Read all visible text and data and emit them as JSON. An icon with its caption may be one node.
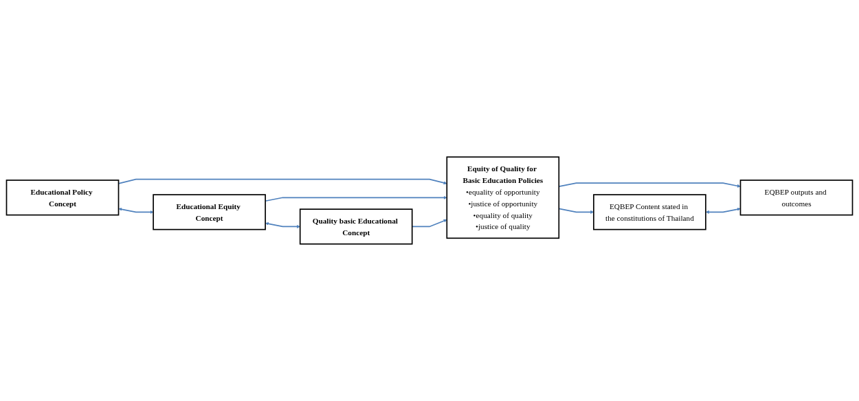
{
  "diagram": {
    "nodes": [
      {
        "text": [
          "Educational Policy Concept"
        ]
      },
      {
        "text": [
          "Educational Equity Concept"
        ]
      },
      {
        "text": [
          "Quality basic Educational Concept"
        ]
      },
      {
        "text": [
          "Equity of Quality for Basic Education Policies",
          "•equality of opportunity",
          "•justice of opportunity",
          "•equality of quality",
          "•justice of quality"
        ]
      },
      {
        "text": [
          "EQBEP Content stated in the constitutions of Thailand"
        ]
      },
      {
        "text": [
          "EQBEP outputs and outcomes"
        ]
      }
    ],
    "edges": [
      {
        "from": 0,
        "to": 1,
        "arrow": "both"
      },
      {
        "from": 1,
        "to": 2,
        "arrow": "both"
      },
      {
        "from": 0,
        "to": 3,
        "arrow": "to"
      },
      {
        "from": 1,
        "to": 3,
        "arrow": "to"
      },
      {
        "from": 2,
        "to": 3,
        "arrow": "to"
      },
      {
        "from": 3,
        "to": 4,
        "arrow": "to"
      },
      {
        "from": 3,
        "to": 5,
        "arrow": "to"
      },
      {
        "from": 4,
        "to": 5,
        "arrow": "both"
      }
    ]
  }
}
